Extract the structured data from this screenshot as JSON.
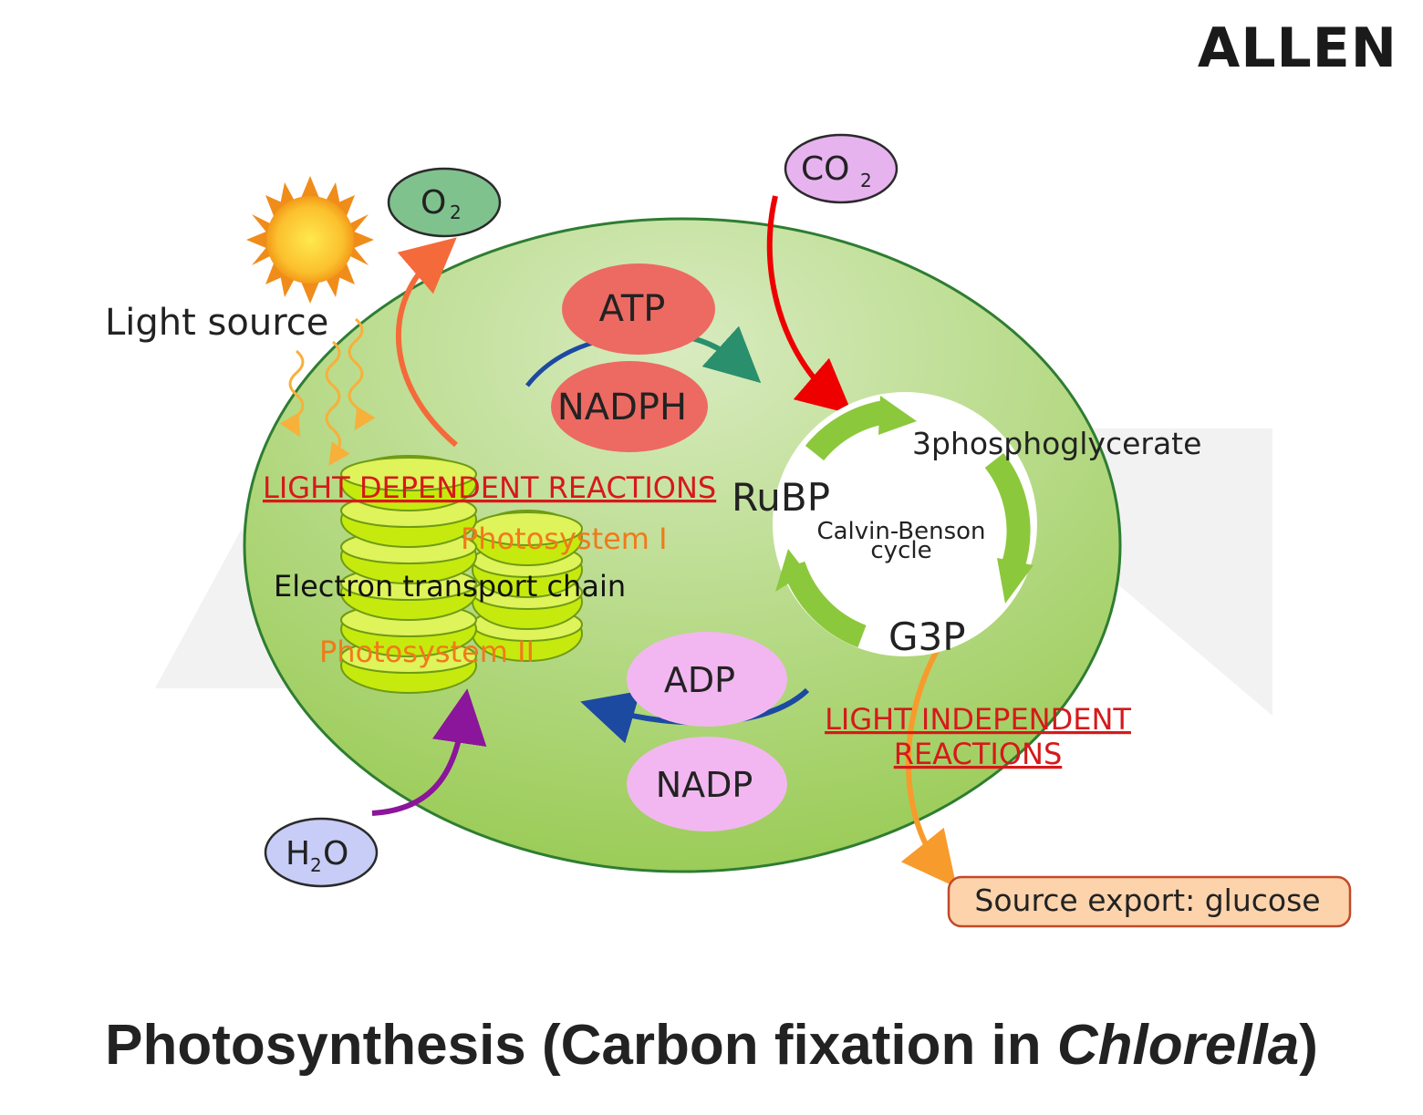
{
  "brand": {
    "logo_text": "ALLEN"
  },
  "labels": {
    "light_source": "Light source",
    "o2_main": "O",
    "o2_sub": "2",
    "co2_main": "CO",
    "co2_sub": "2",
    "h2o_h": "H",
    "h2o_sub": "2",
    "h2o_o": "O",
    "atp": "ATP",
    "nadph": "NADPH",
    "adp": "ADP",
    "nadp": "NADP",
    "light_dependent": "LIGHT DEPENDENT REACTIONS",
    "photosystem_i": "Photosystem I",
    "electron_transport": "Electron transport chain",
    "photosystem_ii": "Photosystem II",
    "rubp": "RuBP",
    "phosphoglycerate": "3phosphoglycerate",
    "calvin_line1": "Calvin-Benson",
    "calvin_line2": "cycle",
    "g3p": "G3P",
    "light_independent_line1": "LIGHT INDEPENDENT",
    "light_independent_line2": "REACTIONS",
    "glucose_export": "Source export: glucose"
  },
  "title": {
    "part1": "Photosynthesis (Carbon fixation in ",
    "italic": "Chlorella",
    "part2": ")"
  },
  "colors": {
    "cell_fill": "#a9d46b",
    "cell_stroke": "#2e7d32",
    "red_label": "#d6191b",
    "orange_label": "#f07a1a",
    "atp_fill": "#ec6a62",
    "adp_fill": "#f2b7f0",
    "o2_fill": "#7fc28e",
    "co2_fill": "#e6b3ef",
    "h2o_fill": "#c7cdf7",
    "glucose_fill": "#fcd3ab",
    "arrow_co2": "#ee0000",
    "arrow_o2": "#f56a3a",
    "arrow_h2o": "#8b159b",
    "arrow_teal": "#2a8f6c",
    "arrow_blue": "#1c4aa1",
    "arrow_glucose": "#f79b2c",
    "cycle_green": "#8cc83c"
  }
}
